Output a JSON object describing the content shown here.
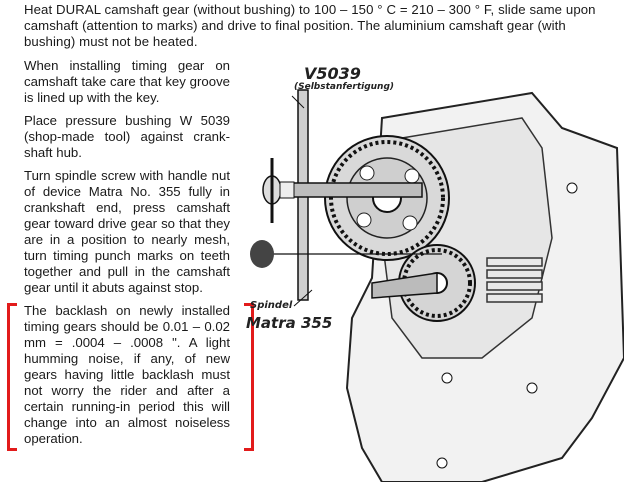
{
  "intro": "Heat DURAL camshaft gear (without bushing) to 100 – 150 ° C = 210 – 300 ° F, slide same upon camshaft (attention to marks) and drive to final position. The aluminium camshaft gear (with bushing) must not be heated.",
  "steps": [
    "When installing timing gear on camshaft take care that key groove is lined up with the key.",
    "Place pressure bushing W 5039 (shop-made tool) against crank-shaft hub.",
    "Turn spindle screw with handle nut of device Matra No. 355 fully in crankshaft end, press camshaft gear toward drive gear so that they are in a position to nearly mesh, turn timing punch marks on teeth together and pull in the camshaft gear until it abuts against stop."
  ],
  "note": "The backlash on newly installed timing gears should be 0.01 – 0.02 mm = .0004 – .0008 \". A light humming noise, if any, of new gears having little backlash must not worry the rider and after a certain running-in period this will change into an almost noiseless operation.",
  "figure": {
    "tool_code": "V5039",
    "tool_note": "(Selbstanfertigung)",
    "spindle_label": "Spindel",
    "device_label": "Matra 355"
  },
  "colors": {
    "highlight": "#e21b1b",
    "ink": "#1a1a1a"
  }
}
